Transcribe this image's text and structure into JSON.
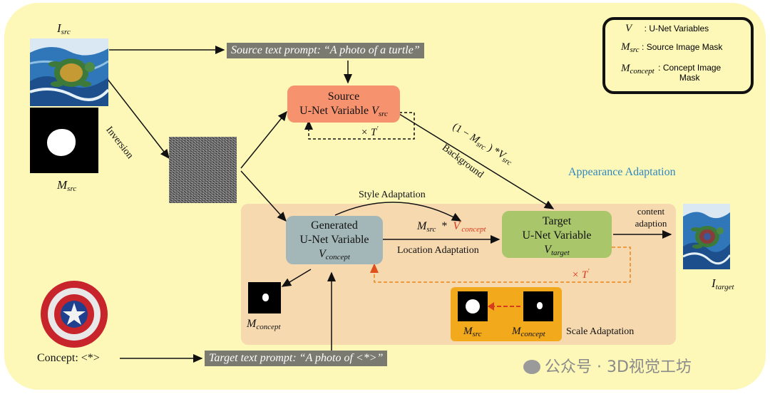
{
  "colors": {
    "background_panel": "#fdf8b8",
    "adaptation_region": "#f7d9b0",
    "source_box": "#f7926e",
    "generated_box": "#a4b7b8",
    "target_box": "#a9c76a",
    "scale_box": "#f2a91c",
    "prompt_bg": "#7a7a70",
    "accent_blue": "#2f86c2",
    "accent_red": "#d83a1e"
  },
  "labels": {
    "i_src": "I",
    "i_src_sub": "src",
    "m_src": "M",
    "m_src_sub": "src",
    "i_target": "I",
    "i_target_sub": "target",
    "m_concept": "M",
    "m_concept_sub": "concept",
    "concept": "Concept: <*>"
  },
  "prompts": {
    "source": "Source text prompt: “A photo of a turtle”",
    "target": "Target text prompt: “A photo of <*>”"
  },
  "boxes": {
    "source_line1": "Source",
    "source_line2": "U-Net Variable",
    "source_var": "V",
    "source_var_sub": "src",
    "generated_line1": "Generated",
    "generated_line2": "U-Net Variable",
    "generated_var": "V",
    "generated_var_sub": "concept",
    "target_line1": "Target",
    "target_line2": "U-Net Variable",
    "target_var": "V",
    "target_var_sub": "target"
  },
  "edges": {
    "inversion": "Inversion",
    "background": "Background",
    "style_adaptation": "Style Adaptation",
    "location_adaptation": "Location Adaptation",
    "content_adaption": "content\nadaption",
    "loop_source": "× T",
    "loop_target": "× T",
    "loop_prime": "′",
    "formula_open": "(1 −",
    "formula_m": "M",
    "formula_m_sub": "src",
    "formula_close": ") *",
    "formula_v": "V",
    "formula_v_sub": "src",
    "loc_m": "M",
    "loc_m_sub": "src",
    "loc_star": "*",
    "loc_v": "V",
    "loc_v_prime": "′",
    "loc_v_sub": "concept"
  },
  "region_titles": {
    "appearance": "Appearance Adaptation",
    "scale": "Scale Adaptation"
  },
  "scale_box": {
    "m_src": "M",
    "m_src_sub": "src",
    "m_concept": "M",
    "m_concept_sub": "concept"
  },
  "legend": {
    "items": [
      {
        "symbol": "V",
        "symbol_sub": "",
        "text": ": U-Net Variables"
      },
      {
        "symbol": "M",
        "symbol_sub": "src",
        "text": ": Source Image Mask"
      },
      {
        "symbol": "M",
        "symbol_sub": "concept",
        "text": ": Concept Image Mask"
      }
    ]
  },
  "watermark": "公众号 · 3D视觉工坊"
}
